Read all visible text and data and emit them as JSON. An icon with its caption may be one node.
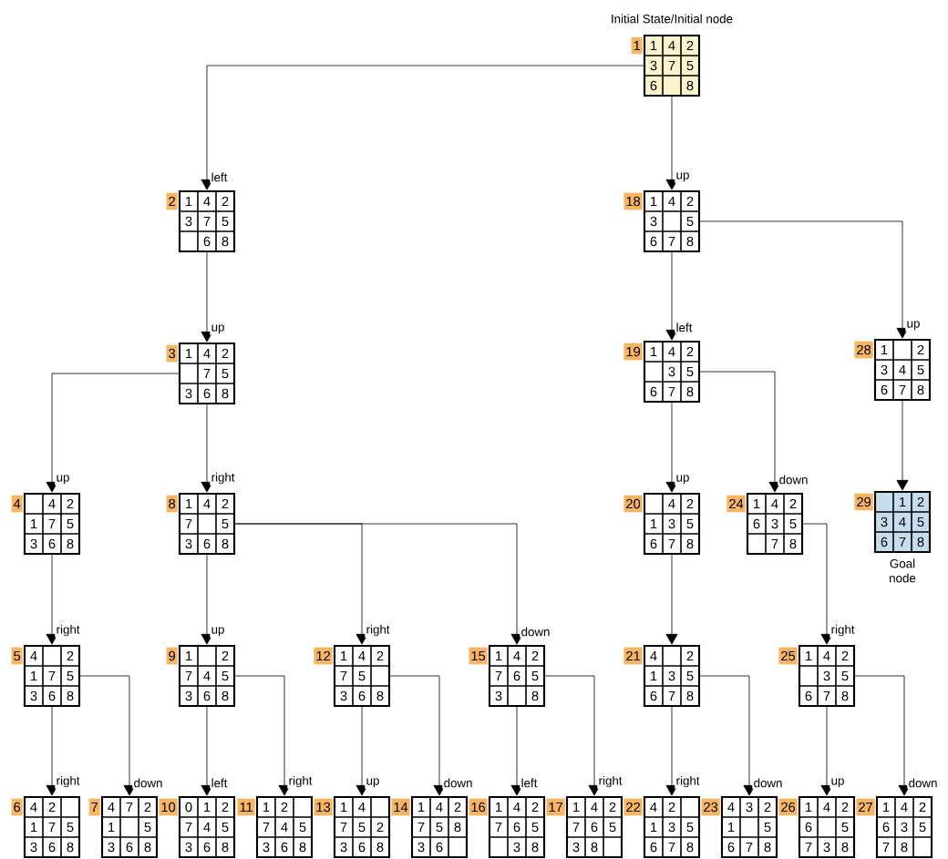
{
  "diagram": {
    "nodes": [
      {
        "text": [
          "1",
          "4",
          "2",
          "3",
          "7",
          "5",
          "6",
          "8"
        ],
        "beside": [
          "1",
          "Initial State/Initial node"
        ]
      },
      {
        "text": [
          "1",
          "4",
          "2",
          "3",
          "7",
          "5",
          "6",
          "8"
        ],
        "beside": [
          "2"
        ]
      },
      {
        "text": [
          "1",
          "4",
          "2",
          "7",
          "5",
          "3",
          "6",
          "8"
        ],
        "beside": [
          "3"
        ]
      },
      {
        "text": [
          "4",
          "2",
          "1",
          "7",
          "5",
          "3",
          "6",
          "8"
        ],
        "beside": [
          "4"
        ]
      },
      {
        "text": [
          "4",
          "2",
          "1",
          "7",
          "5",
          "3",
          "6",
          "8"
        ],
        "beside": [
          "5"
        ]
      },
      {
        "text": [
          "4",
          "2",
          "1",
          "7",
          "5",
          "3",
          "6",
          "8"
        ],
        "beside": [
          "6"
        ]
      },
      {
        "text": [
          "4",
          "7",
          "2",
          "1",
          "5",
          "3",
          "6",
          "8"
        ],
        "beside": [
          "7"
        ]
      },
      {
        "text": [
          "1",
          "4",
          "2",
          "7",
          "5",
          "3",
          "6",
          "8"
        ],
        "beside": [
          "8"
        ]
      },
      {
        "text": [
          "1",
          "2",
          "7",
          "4",
          "5",
          "3",
          "6",
          "8"
        ],
        "beside": [
          "9"
        ]
      },
      {
        "text": [
          "0",
          "1",
          "2",
          "7",
          "4",
          "5",
          "3",
          "6",
          "8"
        ],
        "beside": [
          "10"
        ]
      },
      {
        "text": [
          "1",
          "2",
          "7",
          "4",
          "5",
          "3",
          "6",
          "8"
        ],
        "beside": [
          "11"
        ]
      },
      {
        "text": [
          "1",
          "4",
          "2",
          "7",
          "5",
          "3",
          "6",
          "8"
        ],
        "beside": [
          "12"
        ]
      },
      {
        "text": [
          "1",
          "4",
          "7",
          "5",
          "2",
          "3",
          "6",
          "8"
        ],
        "beside": [
          "13"
        ]
      },
      {
        "text": [
          "1",
          "4",
          "2",
          "7",
          "5",
          "8",
          "3",
          "6"
        ],
        "beside": [
          "14"
        ]
      },
      {
        "text": [
          "1",
          "4",
          "2",
          "7",
          "6",
          "5",
          "3",
          "8"
        ],
        "beside": [
          "15"
        ]
      },
      {
        "text": [
          "1",
          "4",
          "2",
          "7",
          "6",
          "5",
          "3",
          "8"
        ],
        "beside": [
          "16"
        ]
      },
      {
        "text": [
          "1",
          "4",
          "2",
          "7",
          "6",
          "5",
          "3",
          "8"
        ],
        "beside": [
          "17"
        ]
      },
      {
        "text": [
          "1",
          "4",
          "2",
          "3",
          "5",
          "6",
          "7",
          "8"
        ],
        "beside": [
          "18"
        ]
      },
      {
        "text": [
          "1",
          "4",
          "2",
          "3",
          "5",
          "6",
          "7",
          "8"
        ],
        "beside": [
          "19"
        ]
      },
      {
        "text": [
          "4",
          "2",
          "1",
          "3",
          "5",
          "6",
          "7",
          "8"
        ],
        "beside": [
          "20"
        ]
      },
      {
        "text": [
          "4",
          "2",
          "1",
          "3",
          "5",
          "6",
          "7",
          "8"
        ],
        "beside": [
          "21"
        ]
      },
      {
        "text": [
          "4",
          "2",
          "1",
          "3",
          "5",
          "6",
          "7",
          "8"
        ],
        "beside": [
          "22"
        ]
      },
      {
        "text": [
          "4",
          "3",
          "2",
          "1",
          "5",
          "6",
          "7",
          "8"
        ],
        "beside": [
          "23"
        ]
      },
      {
        "text": [
          "1",
          "4",
          "2",
          "6",
          "3",
          "5",
          "7",
          "8"
        ],
        "beside": [
          "24"
        ]
      },
      {
        "text": [
          "1",
          "4",
          "2",
          "3",
          "5",
          "6",
          "7",
          "8"
        ],
        "beside": [
          "25"
        ]
      },
      {
        "text": [
          "1",
          "4",
          "2",
          "6",
          "5",
          "7",
          "3",
          "8"
        ],
        "beside": [
          "26"
        ]
      },
      {
        "text": [
          "1",
          "4",
          "2",
          "6",
          "3",
          "5",
          "7",
          "8"
        ],
        "beside": [
          "27"
        ]
      },
      {
        "text": [
          "1",
          "2",
          "3",
          "4",
          "5",
          "6",
          "7",
          "8"
        ],
        "beside": [
          "28"
        ]
      },
      {
        "text": [
          "1",
          "2",
          "3",
          "4",
          "5",
          "6",
          "7",
          "8"
        ],
        "beside": [
          "29",
          "Goal node"
        ]
      }
    ],
    "edges": [
      {
        "from": 0,
        "to": 1,
        "arrow": "to",
        "label": "left"
      },
      {
        "from": 0,
        "to": 17,
        "arrow": "to",
        "label": "up"
      },
      {
        "from": 1,
        "to": 2,
        "arrow": "to",
        "label": "up"
      },
      {
        "from": 2,
        "to": 3,
        "arrow": "to",
        "label": "up"
      },
      {
        "from": 2,
        "to": 7,
        "arrow": "to",
        "label": "right"
      },
      {
        "from": 3,
        "to": 4,
        "arrow": "to",
        "label": "right"
      },
      {
        "from": 4,
        "to": 5,
        "arrow": "to",
        "label": "right"
      },
      {
        "from": 4,
        "to": 6,
        "arrow": "to",
        "label": "down"
      },
      {
        "from": 7,
        "to": 8,
        "arrow": "to",
        "label": "up"
      },
      {
        "from": 7,
        "to": 11,
        "arrow": "to",
        "label": "right"
      },
      {
        "from": 7,
        "to": 14,
        "arrow": "to",
        "label": "down"
      },
      {
        "from": 8,
        "to": 9,
        "arrow": "to",
        "label": "left"
      },
      {
        "from": 8,
        "to": 10,
        "arrow": "to",
        "label": "right"
      },
      {
        "from": 11,
        "to": 12,
        "arrow": "to",
        "label": "up"
      },
      {
        "from": 11,
        "to": 13,
        "arrow": "to",
        "label": "down"
      },
      {
        "from": 14,
        "to": 15,
        "arrow": "to",
        "label": "left"
      },
      {
        "from": 14,
        "to": 16,
        "arrow": "to",
        "label": "right"
      },
      {
        "from": 17,
        "to": 18,
        "arrow": "to",
        "label": "left"
      },
      {
        "from": 17,
        "to": 27,
        "arrow": "to",
        "label": "up"
      },
      {
        "from": 18,
        "to": 19,
        "arrow": "to",
        "label": "up"
      },
      {
        "from": 18,
        "to": 23,
        "arrow": "to",
        "label": "down"
      },
      {
        "from": 19,
        "to": 20,
        "arrow": "to"
      },
      {
        "from": 20,
        "to": 21,
        "arrow": "to",
        "label": "right"
      },
      {
        "from": 20,
        "to": 22,
        "arrow": "to",
        "label": "down"
      },
      {
        "from": 23,
        "to": 24,
        "arrow": "to",
        "label": "right"
      },
      {
        "from": 24,
        "to": 25,
        "arrow": "to",
        "label": "up"
      },
      {
        "from": 24,
        "to": 26,
        "arrow": "to",
        "label": "down"
      },
      {
        "from": 27,
        "to": 28,
        "arrow": "to"
      }
    ]
  }
}
